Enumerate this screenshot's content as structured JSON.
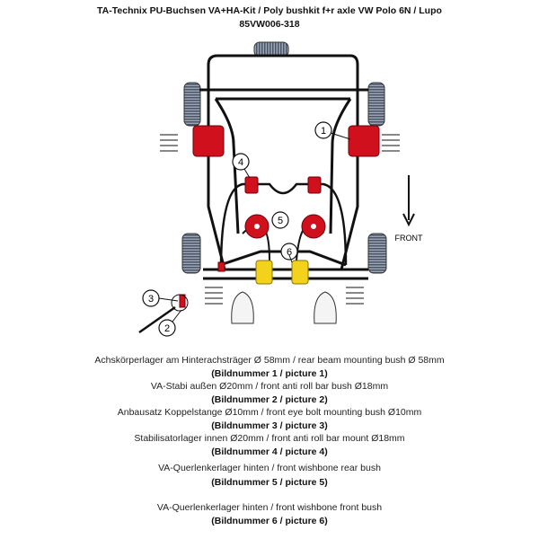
{
  "header": {
    "title": "TA-Technix PU-Buchsen VA+HA-Kit / Poly bushkit f+r axle VW Polo 6N / Lupo",
    "part_number": "85VW006-318"
  },
  "diagram": {
    "callouts": [
      "1",
      "2",
      "3",
      "4",
      "5",
      "6"
    ],
    "direction_label": "FRONT",
    "bush_color": "#d0101c",
    "mount_color": "#f2d21a"
  },
  "items": [
    {
      "description": "Achskörperlager am Hinterachsträger Ø 58mm / rear beam mounting bush Ø 58mm",
      "picture": "(Bildnummer 1 / picture 1)"
    },
    {
      "description": "VA-Stabi außen Ø20mm / front anti roll bar bush Ø18mm",
      "picture": "(Bildnummer 2 / picture 2)"
    },
    {
      "description": "Anbausatz Koppelstange Ø10mm / front eye bolt mounting bush Ø10mm",
      "picture": "(Bildnummer 3 / picture 3)"
    },
    {
      "description": "Stabilisatorlager innen Ø20mm / front anti roll bar mount Ø18mm",
      "picture": "(Bildnummer 4 / picture 4)"
    },
    {
      "description": "VA-Querlenkerlager hinten / front wishbone rear bush",
      "picture": "(Bildnummer 5 / picture 5)"
    },
    {
      "description": "VA-Querlenkerlager hinten / front wishbone front bush",
      "picture": "(Bildnummer 6 / picture 6)"
    }
  ]
}
